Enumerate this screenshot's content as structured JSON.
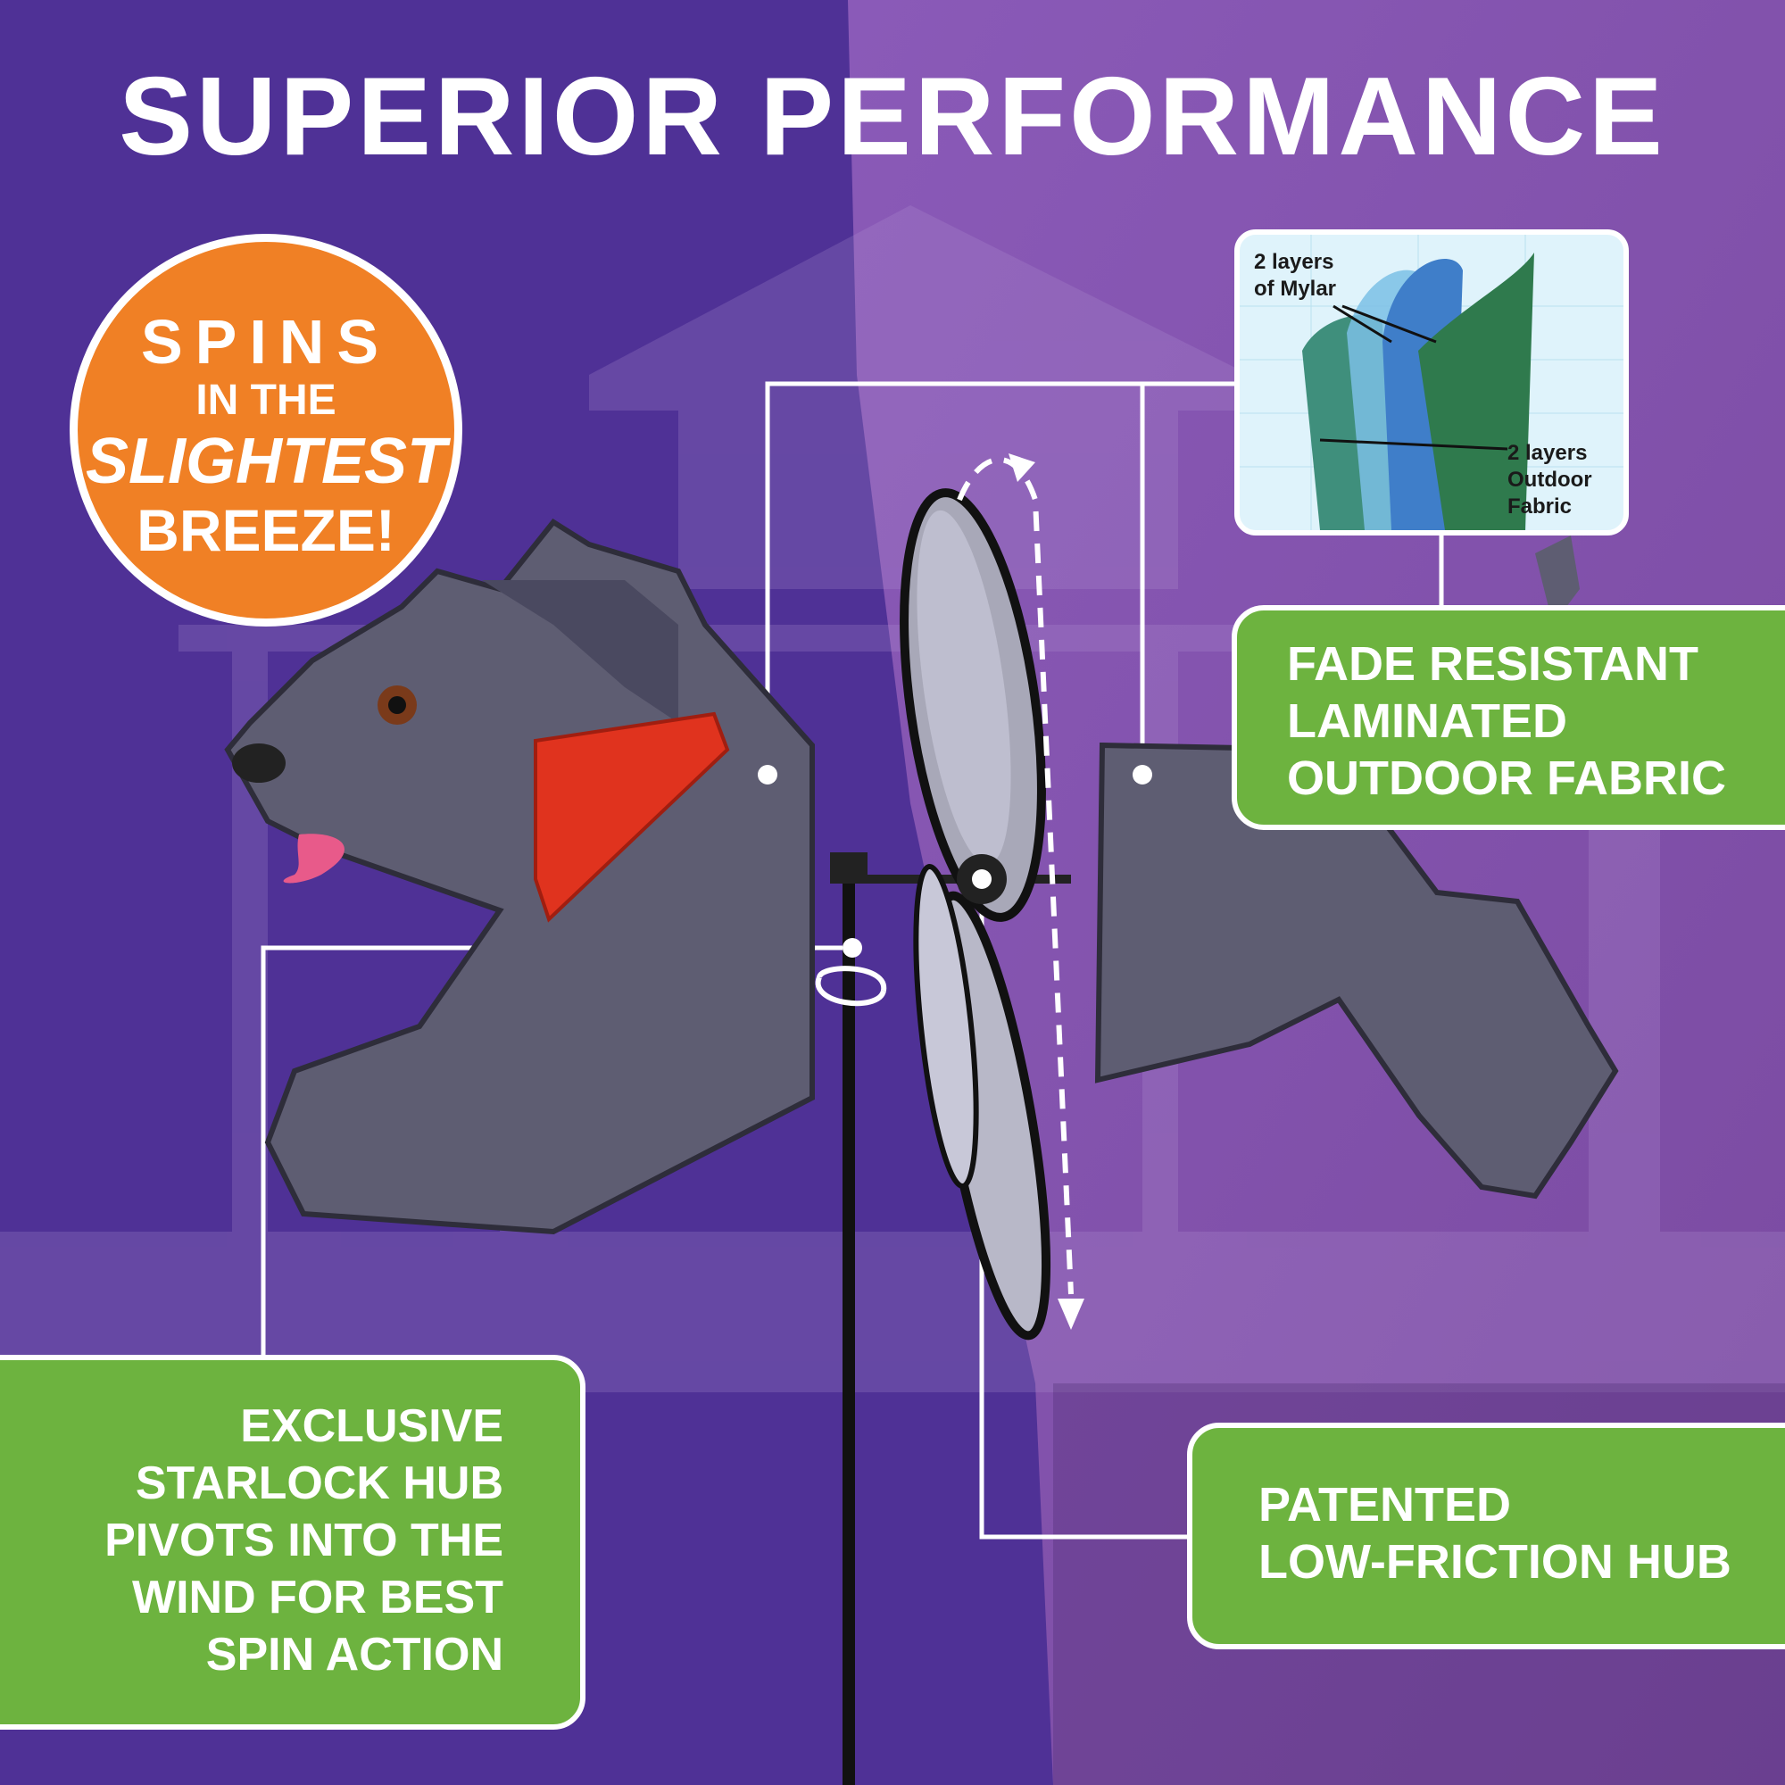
{
  "headline": "SUPERIOR PERFORMANCE",
  "badge": {
    "line1": "SPINS",
    "line2": "IN THE",
    "line3": "SLIGHTEST",
    "line4": "BREEZE!"
  },
  "inset": {
    "mylar_label": [
      "2 layers",
      "of Mylar"
    ],
    "fabric_label": [
      "2 layers",
      "Outdoor",
      "Fabric"
    ]
  },
  "callouts": {
    "fade": [
      "FADE RESISTANT",
      "LAMINATED",
      "OUTDOOR FABRIC"
    ],
    "hub": [
      "PATENTED",
      "LOW-FRICTION HUB"
    ],
    "starlock": [
      "EXCLUSIVE",
      "STARLOCK HUB",
      "PIVOTS INTO THE",
      "WIND FOR BEST",
      "SPIN ACTION"
    ]
  },
  "colors": {
    "background_left": "#4f3196",
    "background_right": "#8a5ab0",
    "badge": "#f08025",
    "callout_green": "#6db33f",
    "dog_body": "#5e5d72",
    "collar": "#e0331e"
  },
  "icons": [
    "dog-head",
    "dog-rear",
    "pinwheel",
    "rotate-arrow-icon",
    "spin-arrow-icon"
  ]
}
